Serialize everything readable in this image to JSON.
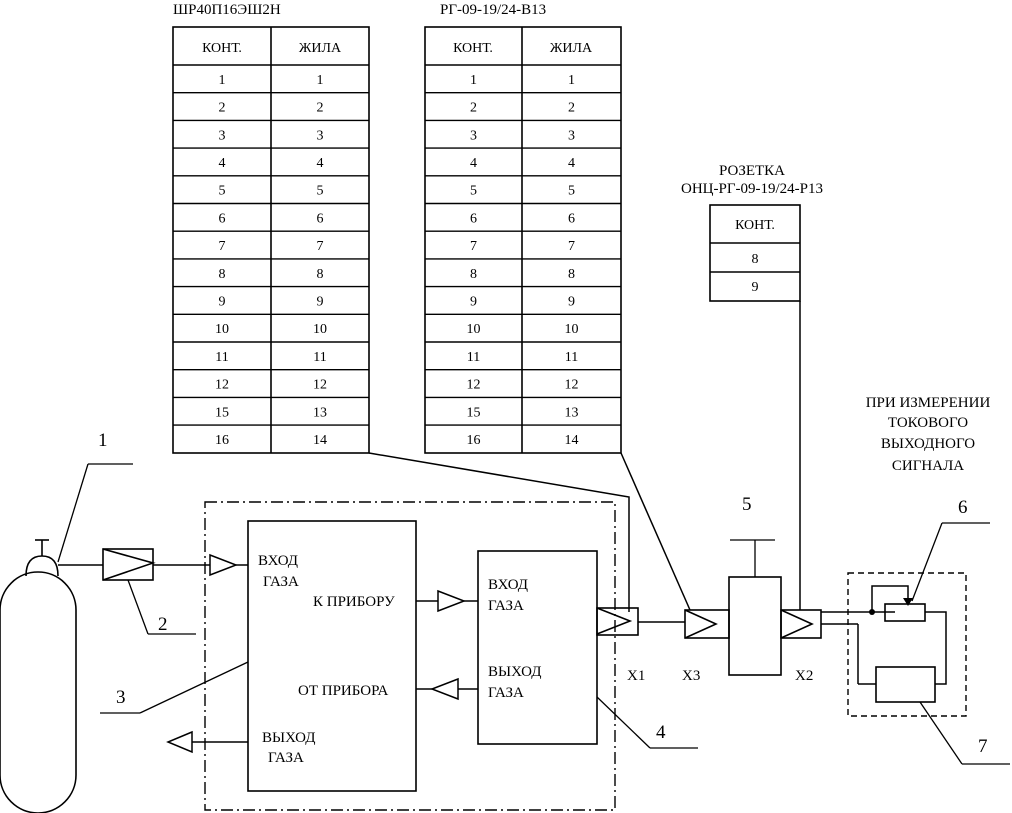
{
  "tables": {
    "left": {
      "title": "ШР40П16ЭШ2Н",
      "headers": [
        "КОНТ.",
        "ЖИЛА"
      ],
      "rows": [
        [
          "1",
          "1"
        ],
        [
          "2",
          "2"
        ],
        [
          "3",
          "3"
        ],
        [
          "4",
          "4"
        ],
        [
          "5",
          "5"
        ],
        [
          "6",
          "6"
        ],
        [
          "7",
          "7"
        ],
        [
          "8",
          "8"
        ],
        [
          "9",
          "9"
        ],
        [
          "10",
          "10"
        ],
        [
          "11",
          "11"
        ],
        [
          "12",
          "12"
        ],
        [
          "15",
          "13"
        ],
        [
          "16",
          "14"
        ]
      ]
    },
    "middle": {
      "title": "РГ-09-19/24-В13",
      "headers": [
        "КОНТ.",
        "ЖИЛА"
      ],
      "rows": [
        [
          "1",
          "1"
        ],
        [
          "2",
          "2"
        ],
        [
          "3",
          "3"
        ],
        [
          "4",
          "4"
        ],
        [
          "5",
          "5"
        ],
        [
          "6",
          "6"
        ],
        [
          "7",
          "7"
        ],
        [
          "8",
          "8"
        ],
        [
          "9",
          "9"
        ],
        [
          "10",
          "10"
        ],
        [
          "11",
          "11"
        ],
        [
          "12",
          "12"
        ],
        [
          "15",
          "13"
        ],
        [
          "16",
          "14"
        ]
      ]
    },
    "socket": {
      "title_line1": "РОЗЕТКА",
      "title_line2": "ОНЦ-РГ-09-19/24-Р13",
      "header": "КОНТ.",
      "rows": [
        "8",
        "9"
      ]
    }
  },
  "labels": {
    "inlet_gas_1": "ВХОД",
    "inlet_gas_2": "ГАЗА",
    "to_device": "К ПРИБОРУ",
    "from_device": "ОТ ПРИБОРА",
    "outlet_gas_1": "ВЫХОД",
    "outlet_gas_2": "ГАЗА",
    "dev_inlet_1": "ВХОД",
    "dev_inlet_2": "ГАЗА",
    "dev_outlet_1": "ВЫХОД",
    "dev_outlet_2": "ГАЗА",
    "x1": "X1",
    "x2": "X2",
    "x3": "X3",
    "current_note": [
      "ПРИ ИЗМЕРЕНИИ",
      "ТОКОВОГО",
      "ВЫХОДНОГО",
      "СИГНАЛА"
    ]
  },
  "callouts": {
    "n1": "1",
    "n2": "2",
    "n3": "3",
    "n4": "4",
    "n5": "5",
    "n6": "6",
    "n7": "7"
  }
}
